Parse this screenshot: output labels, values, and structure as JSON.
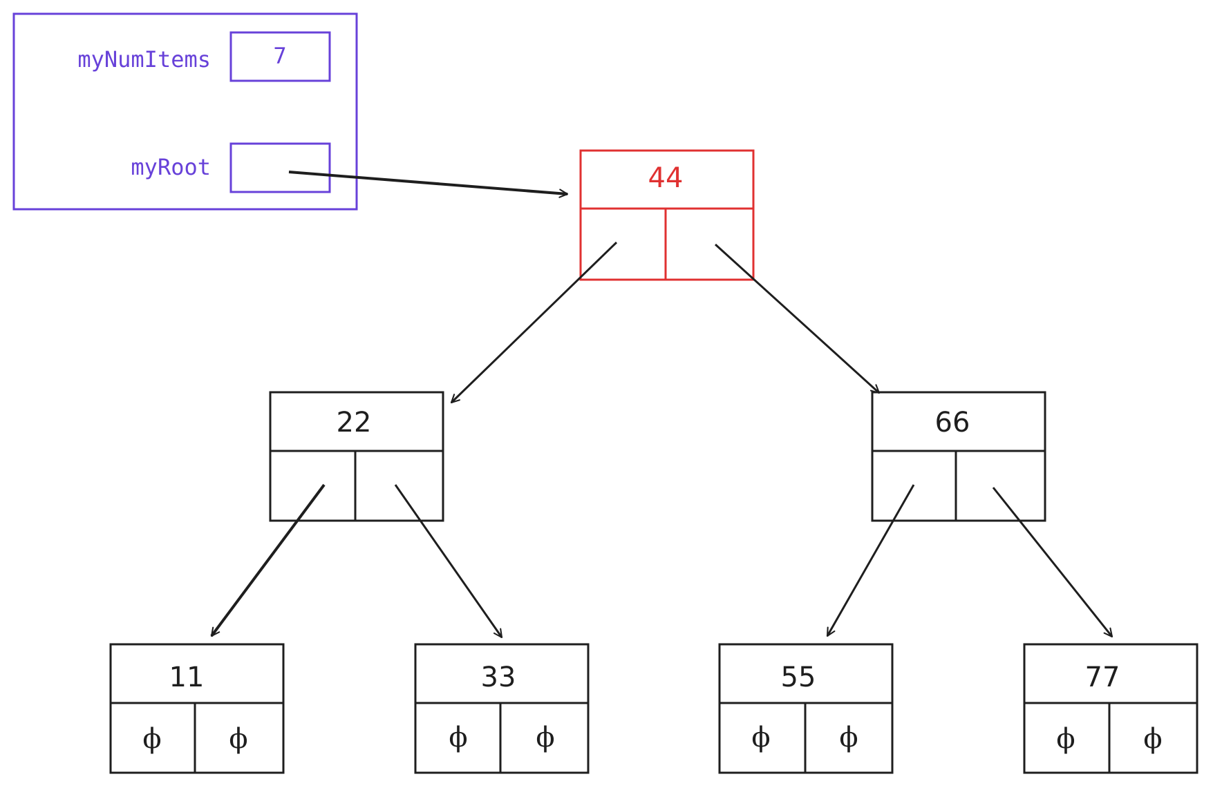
{
  "container": {
    "num_items_label": "myNumItems",
    "num_items_value": "7",
    "root_label": "myRoot"
  },
  "nodes": {
    "root": {
      "value": "44"
    },
    "left": {
      "value": "22"
    },
    "right": {
      "value": "66"
    },
    "ll": {
      "value": "11",
      "left_child": "ϕ",
      "right_child": "ϕ"
    },
    "lr": {
      "value": "33",
      "left_child": "ϕ",
      "right_child": "ϕ"
    },
    "rl": {
      "value": "55",
      "left_child": "ϕ",
      "right_child": "ϕ"
    },
    "rr": {
      "value": "77",
      "left_child": "ϕ",
      "right_child": "ϕ"
    }
  },
  "colors": {
    "container": "#6741d9",
    "root_node": "#e03131",
    "node": "#1e1e1e"
  }
}
